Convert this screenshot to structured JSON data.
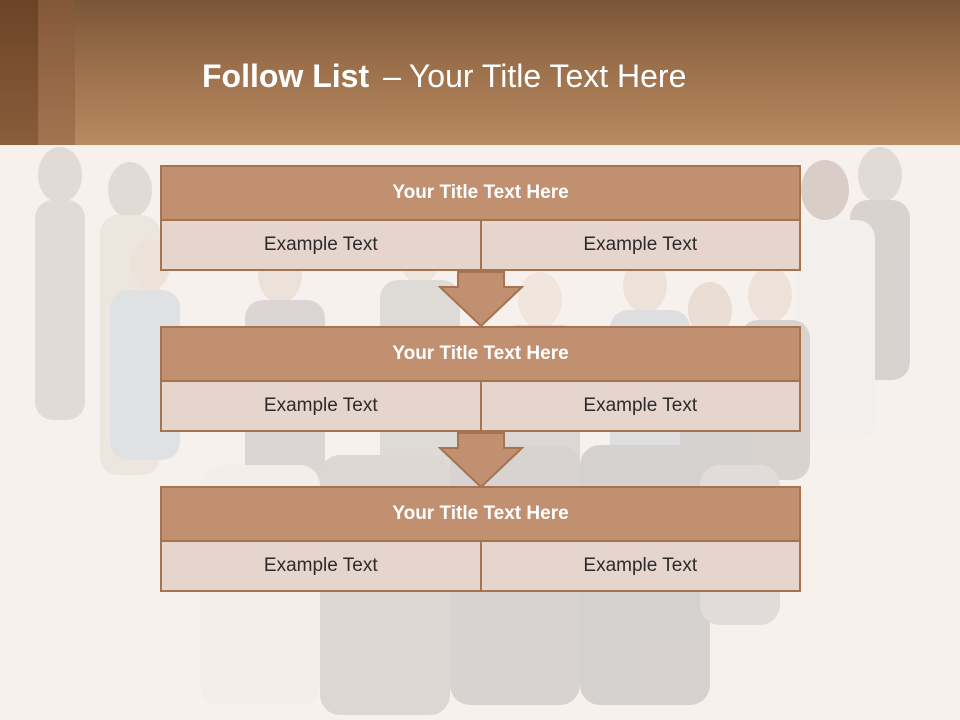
{
  "slide": {
    "title_bold": "Follow List",
    "title_dash": "–",
    "title_rest": "Your Title Text Here"
  },
  "blocks": [
    {
      "title": "Your Title Text Here",
      "left": "Example Text",
      "right": "Example Text"
    },
    {
      "title": "Your Title Text Here",
      "left": "Example Text",
      "right": "Example Text"
    },
    {
      "title": "Your Title Text Here",
      "left": "Example Text",
      "right": "Example Text"
    }
  ],
  "colors": {
    "header": "#9b6f4a",
    "block_title": "#c09070",
    "block_cell": "#e6d5cc",
    "border": "#a57350"
  },
  "background_image": "crowd-of-business-people"
}
